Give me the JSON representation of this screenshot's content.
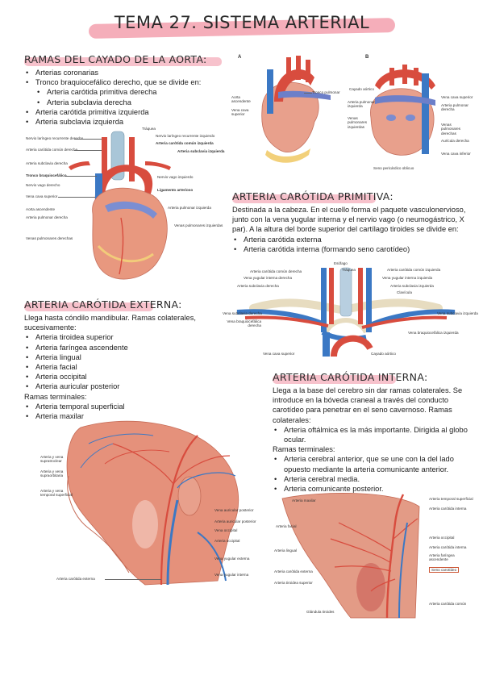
{
  "title": "TEMA 27. SISTEMA ARTERIAL",
  "sections": {
    "aorta": {
      "heading": "RAMAS DEL CAYADO DE LA AORTA:",
      "items": [
        {
          "text": "Arterias coronarias",
          "level": 0
        },
        {
          "text": "Tronco braquiocefálico derecho, que se divide en:",
          "level": 0
        },
        {
          "text": "Arteria carótida primitiva derecha",
          "level": 1
        },
        {
          "text": "Arteria subclavia derecha",
          "level": 1
        },
        {
          "text": "Arteria carótida primitiva izquierda",
          "level": 0
        },
        {
          "text": "Arteria subclavia izquierda",
          "level": 0
        }
      ]
    },
    "primitiva": {
      "heading": "ARTERIA CARÓTIDA PRIMITIVA:",
      "body": "Destinada a la cabeza. En el cuello forma el paquete vasculonervioso, junto con la vena yugular interna y el nervio vago (o neumogástrico, X par). A la altura del borde superior del cartílago tiroides se divide en:",
      "items": [
        "Arteria carótida externa",
        "Arteria carótida interna (formando seno carotídeo)"
      ]
    },
    "externa": {
      "heading": "ARTERIA CARÓTIDA EXTERNA:",
      "intro": "Llega hasta cóndilo mandibular. Ramas colaterales, sucesivamente:",
      "collaterals": [
        "Arteria tiroidea superior",
        "Arteria faríngea ascendente",
        "Arteria lingual",
        "Arteria facial",
        "Arteria occipital",
        "Arteria auricular posterior"
      ],
      "terminal_heading": "Ramas terminales:",
      "terminals": [
        "Arteria temporal superficial",
        "Arteria maxilar"
      ]
    },
    "interna": {
      "heading": "ARTERIA CARÓTIDA INTERNA:",
      "intro": "Llega a la base del cerebro sin dar ramas colaterales. Se introduce en la bóveda craneal a través del conducto carotídeo para penetrar en el seno cavernoso. Ramas colaterales:",
      "collaterals": [
        "Arteria oftálmica es la más importante. Dirigida al globo ocular."
      ],
      "terminal_heading": "Ramas terminales:",
      "terminals": [
        "Arteria cerebral anterior, que se une con la del lado opuesto mediante la arteria comunicante anterior.",
        "Arteria cerebral media.",
        "Arteria comunicante posterior."
      ]
    }
  },
  "figures": {
    "heart_ab": {
      "panel_a": "A",
      "panel_b": "B",
      "labels": [
        "Tronco pulmonar",
        "Aorta ascendente",
        "Vena cava superior",
        "Cayado aórtico",
        "Arteria pulmonar izquierda",
        "Vena cava superior",
        "Arteria pulmonar derecha",
        "Venas pulmonares izquierdas",
        "Venas pulmonares derechas",
        "Aurícula derecha",
        "Vena cava inferior",
        "Seno pericárdico oblicuo"
      ]
    },
    "heart_main": {
      "labels_left": [
        "Nervio laríngeo recurrente derecho",
        "Arteria carótida común derecha",
        "Arteria subclavia derecha",
        "Tronco braquiocefálico",
        "Nervio vago derecho",
        "Vena cava superior",
        "Aorta ascendente",
        "Arteria pulmonar derecha",
        "Venas pulmonares derechas"
      ],
      "labels_right": [
        "Tráquea",
        "Nervio laríngeo recurrente izquierdo",
        "Arteria carótida común izquierda",
        "Arteria subclavia izquierda",
        "Nervio vago izquierdo",
        "Ligamento arterioso",
        "Arteria pulmonar izquierda",
        "Venas pulmonares izquierdas"
      ]
    },
    "neck": {
      "labels": [
        "Esófago",
        "Tráquea",
        "Arteria carótida común derecha",
        "Vena yugular interna derecha",
        "Arteria subclavia derecha",
        "Arteria carótida común izquierda",
        "Vena yugular interna izquierda",
        "Arteria subclavia izquierda",
        "Clavícula",
        "Vena subclavia derecha",
        "Vena braquiocefálica derecha",
        "Vena subclavia izquierda",
        "Vena braquiocefálica izquierda",
        "Vena cava superior",
        "Cayado aórtico"
      ]
    },
    "face": {
      "labels_left": [
        "Arteria y vena supraorbitaria",
        "Arteria y vena supratroclear",
        "Arteria y vena temporal superficial",
        "Arteria carótida externa"
      ],
      "labels_right": [
        "Vena auricular posterior",
        "Arteria auricular posterior",
        "Vena occipital",
        "Arteria occipital",
        "Vena yugular externa",
        "Vena yugular interna"
      ]
    },
    "neck_side": {
      "labels_left": [
        "Arteria maxilar",
        "Arteria facial",
        "Arteria lingual",
        "Arteria carótida externa",
        "Arteria tiroidea superior",
        "Glándula tiroides"
      ],
      "labels_right": [
        "Arteria temporal superficial",
        "Arteria carótida interna",
        "Arteria occipital",
        "Arteria carótida interna",
        "Arteria faríngea ascendente",
        "Seno carotídeo",
        "Arteria carótida común"
      ]
    }
  },
  "colors": {
    "accent_pink": "#f6b7c3",
    "accent_blue": "#cfe2f5",
    "artery": "#d9443b",
    "vein": "#3b78c4"
  }
}
